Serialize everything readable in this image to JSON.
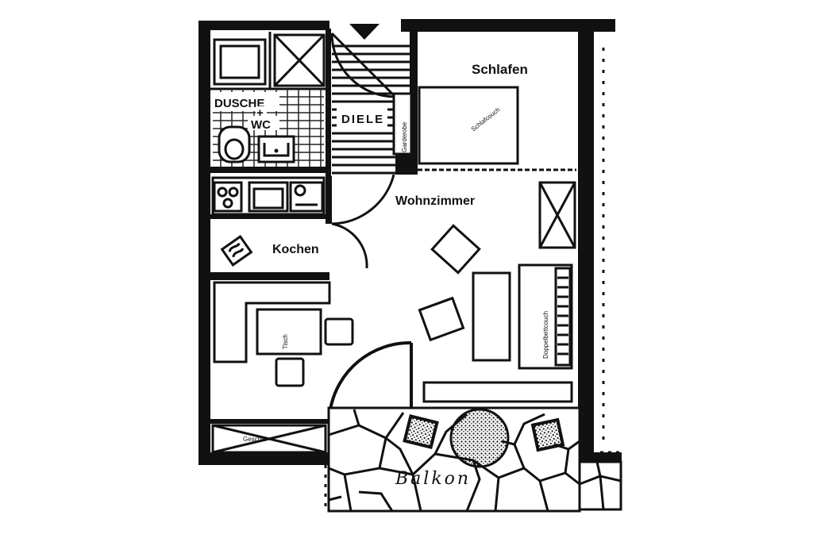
{
  "rooms": {
    "schlafen": "Schlafen",
    "dusche": "DUSCHE",
    "plus": "+",
    "wc": "WC",
    "diele": "DIELE",
    "wohnzimmer": "Wohnzimmer",
    "kochen": "Kochen",
    "balkon": "Balkon"
  },
  "annotations": {
    "bed_small": "Schlafcouch",
    "closet": "Garderobe",
    "sofa_bed": "Doppelbettcouch",
    "table": "Tisch",
    "counter": "Geschirr"
  },
  "colors": {
    "ink": "#111111",
    "paper": "#ffffff"
  }
}
